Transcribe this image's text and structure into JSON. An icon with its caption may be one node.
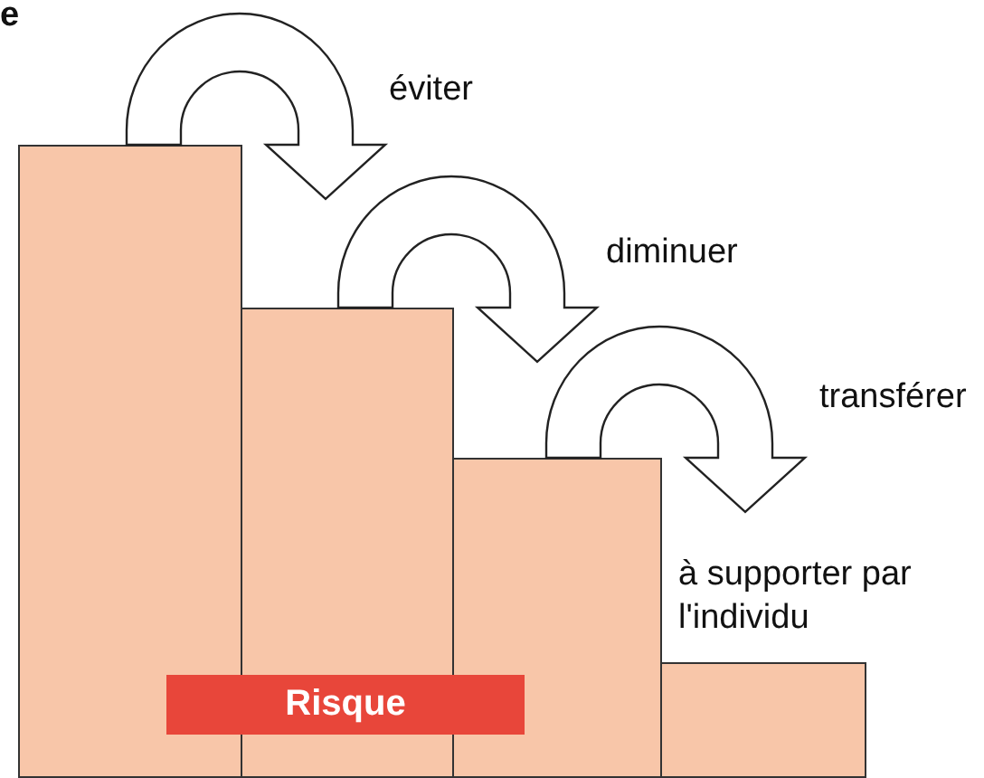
{
  "diagram": {
    "nodes": [
      {
        "text": [],
        "shape": "bar"
      },
      {
        "text": [],
        "shape": "bar"
      },
      {
        "text": [],
        "shape": "bar"
      },
      {
        "text": [],
        "shape": "bar",
        "beside": [
          "à supporter par l'individu"
        ]
      },
      {
        "text": [
          "Risque"
        ]
      }
    ],
    "edges": [
      {
        "from": 0,
        "to": 1,
        "arrow": "to",
        "label": "éviter"
      },
      {
        "from": 1,
        "to": 2,
        "arrow": "to",
        "label": "diminuer"
      },
      {
        "from": 2,
        "to": 3,
        "arrow": "to",
        "label": "transférer"
      }
    ],
    "labels": [
      "e"
    ]
  }
}
